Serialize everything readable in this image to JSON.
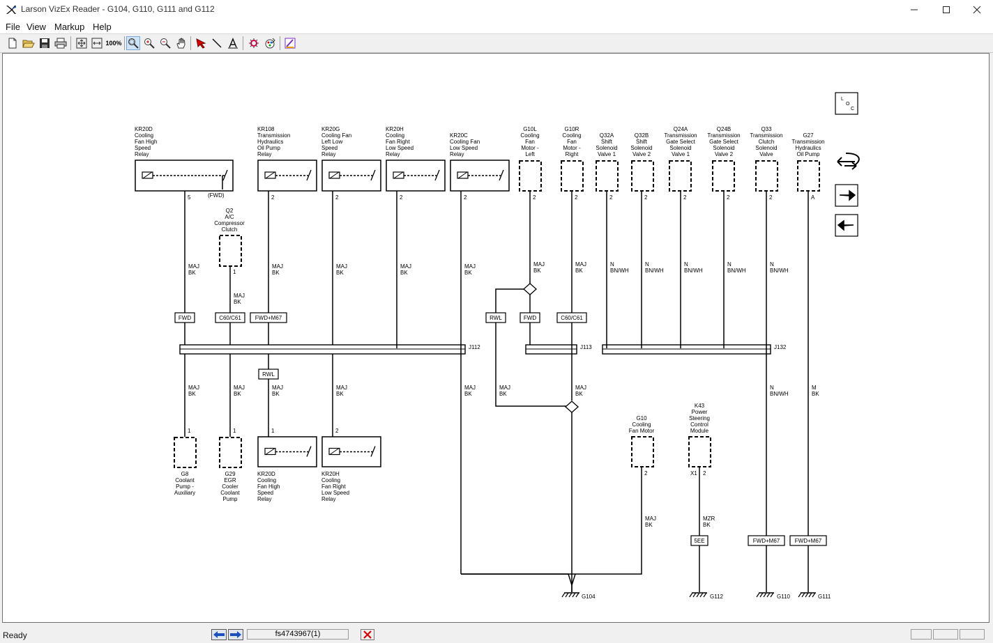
{
  "window": {
    "title": "Larson VizEx Reader - G104, G110, G111 and G112"
  },
  "menu": [
    "File",
    "View",
    "Markup",
    "Help"
  ],
  "toolbar": {
    "zoom_label": "100%"
  },
  "status": {
    "text": "Ready",
    "document": "fs4743967(1)"
  },
  "diagram": {
    "nav": {
      "loc_label": "L O C"
    },
    "components": {
      "kr20d_top": "KR20D|Cooling|Fan High|Speed|Relay",
      "kr108": "KR108|Transmission|Hydraulics|Oil Pump|Relay",
      "kr20g": "KR20G|Cooling Fan|Left Low|Speed|Relay",
      "kr20h_top": "KR20H|Cooling|Fan Right|Low Speed|Relay",
      "kr20c": "KR20C|Cooling Fan|Low Speed|Relay",
      "g10l": "G10L|Cooling|Fan|Motor -|Left",
      "g10r": "G10R|Cooling|Fan|Motor -|Right",
      "q32a": "Q32A|Shift|Solenoid|Valve 1",
      "q32b": "Q32B|Shift|Solenoid|Valve 2",
      "q24a": "Q24A|Transmission|Gate Select|Solenoid|Valve 1",
      "q24b": "Q24B|Transmission|Gate Select|Solenoid|Valve 2",
      "q33": "Q33|Transmission|Clutch|Solenoid|Valve",
      "g27": "G27|Transmission|Hydraulics|Oil Pump",
      "q2": "Q2|A/C|Compressor|Clutch",
      "g8": "G8|Coolant|Pump -|Auxiliary",
      "g29": "G29|EGR|Cooler|Coolant|Pump",
      "kr20d_bot": "KR20D|Cooling|Fan High|Speed|Relay",
      "kr20h_bot": "KR20H|Cooling|Fan Right|Low Speed|Relay",
      "g10": "G10|Cooling|Fan Motor",
      "k43": "K43|Power|Steering|Control|Module"
    },
    "pins": {
      "kr20d_top": "5",
      "fwd": "(FWD)",
      "kr108": "2",
      "kr20g": "2",
      "kr20h_top": "2",
      "kr20c": "2",
      "g10l": "2",
      "g10r": "2",
      "q32a": "2",
      "q32b": "2",
      "q24a": "2",
      "q24b": "2",
      "q33": "2",
      "g27": "A",
      "q2": "1",
      "g8": "1",
      "g29": "1",
      "kr20d_bot": "1",
      "kr20h_bot": "2",
      "g10": "2",
      "k43_x1": "X1",
      "k43": "2"
    },
    "wire_labels": {
      "maj": "MAJ",
      "bk": "BK",
      "n": "N",
      "bnwh": "BN/WH",
      "m": "M",
      "mzr": "MZR"
    },
    "connectors": {
      "fwd": "FWD",
      "c60c61": "C60/C61",
      "fwd_m67": "FWD+M67",
      "rwl": "RWL",
      "see": "5EE"
    },
    "junctions": {
      "j112": "J112",
      "j113": "J113",
      "j132": "J132"
    },
    "grounds": {
      "g104": "G104",
      "g112": "G112",
      "g110": "G110",
      "g111": "G111"
    }
  }
}
